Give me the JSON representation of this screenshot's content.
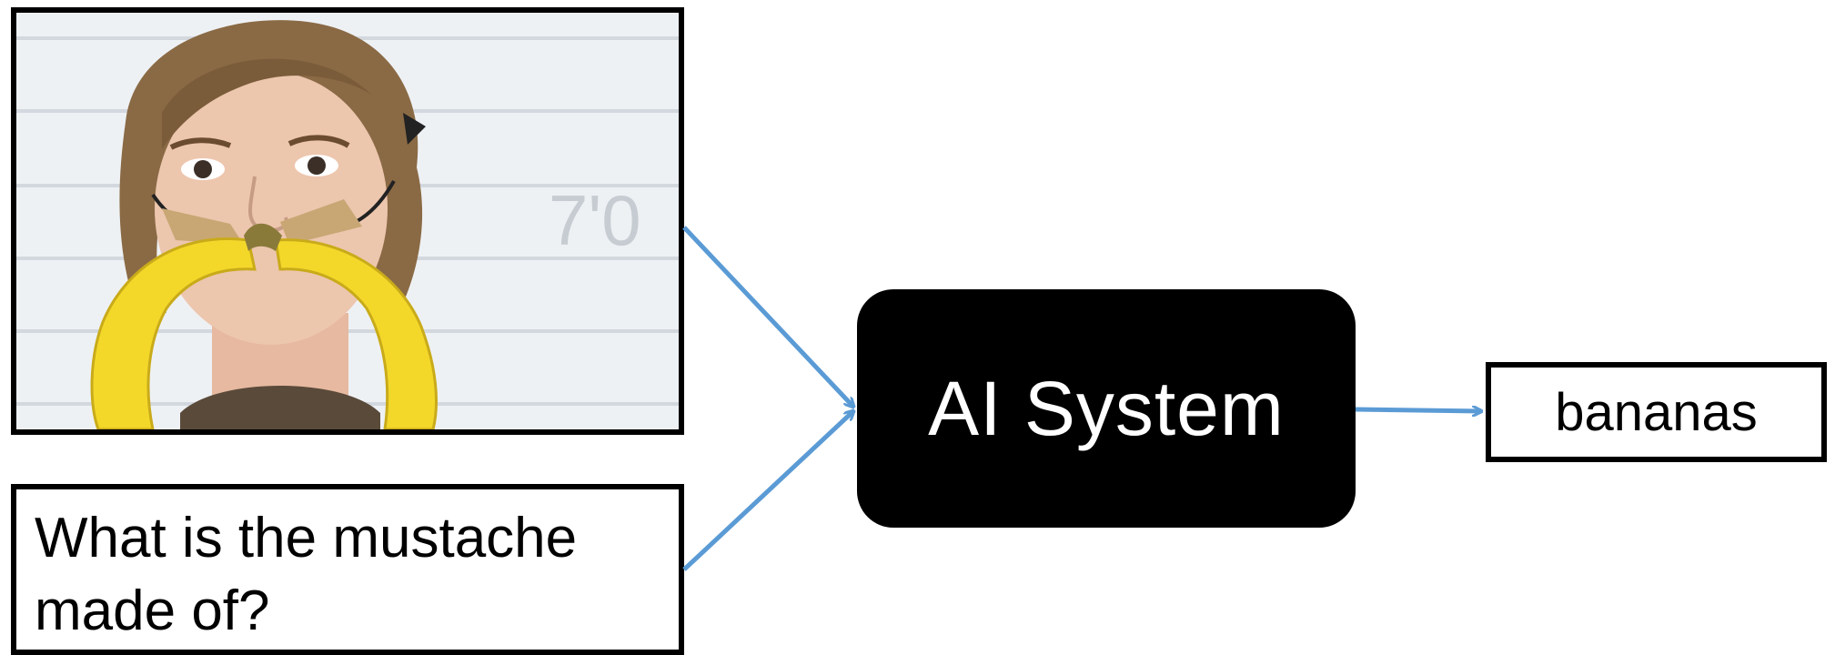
{
  "input_image": {
    "wall_marking": "7'0"
  },
  "question": {
    "text": "What is the mustache made of?"
  },
  "system": {
    "label": "AI System"
  },
  "answer": {
    "text": "bananas"
  },
  "colors": {
    "arrow": "#5b9bd5",
    "system_box": "#000000",
    "system_text": "#ffffff"
  }
}
